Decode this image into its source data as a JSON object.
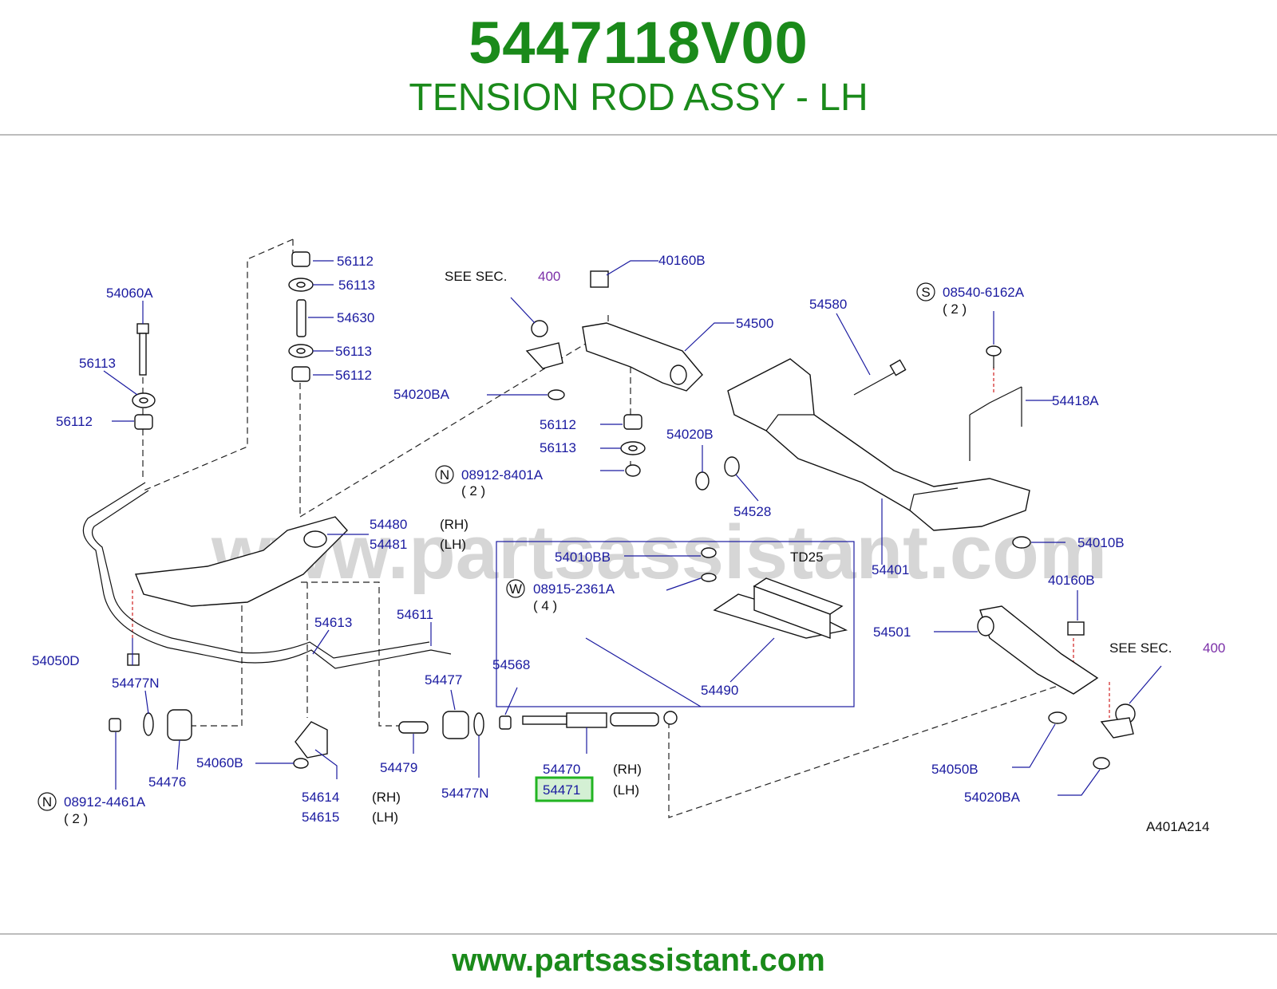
{
  "header": {
    "part_number": "5447118V00",
    "part_title": "TENSION ROD ASSY - LH"
  },
  "watermark": "www.partsassistant.com",
  "highlight_color": "#22b422",
  "labels": {
    "l56112a": "56112",
    "l56113a": "56113",
    "l54630": "54630",
    "l56113b": "56113",
    "l56112b": "56112",
    "l54060A": "54060A",
    "l56113c": "56113",
    "l56112c": "56112",
    "see1": "SEE   SEC.",
    "sec1": "400",
    "l40160Ba": "40160B",
    "l54500": "54500",
    "l54020BAa": "54020BA",
    "l56112d": "56112",
    "l56113d": "56113",
    "l08912_8401A": "08912-8401A",
    "q1": "( 2   )",
    "l54020B": "54020B",
    "l54528": "54528",
    "l54580": "54580",
    "l08540_6162A": "08540-6162A",
    "q2": "( 2   )",
    "l54418A": "54418A",
    "l54010B": "54010B",
    "l54401": "54401",
    "l54480": "54480",
    "rh1": "(RH)",
    "l54481": "54481",
    "lh1": "(LH)",
    "l54010BB": "54010BB",
    "td25": "TD25",
    "l08915_2361A": "08915-2361A",
    "q3": "( 4   )",
    "l54490": "54490",
    "l40160Bb": "40160B",
    "l54501": "54501",
    "see2": "SEE   SEC.",
    "sec2": "400",
    "l54613": "54613",
    "l54611": "54611",
    "l54050D": "54050D",
    "l54477N": "54477N",
    "l54476": "54476",
    "l54060B": "54060B",
    "l08912_4461A": "08912-4461A",
    "q4": "( 2   )",
    "l54614": "54614",
    "rh2": "(RH)",
    "l54615": "54615",
    "lh2": "(LH)",
    "l54477": "54477",
    "l54479": "54479",
    "l54477Nb": "54477N",
    "l54568": "54568",
    "l54470": "54470",
    "rh3": "(RH)",
    "l54471": "54471",
    "lh3": "(LH)",
    "l54050B": "54050B",
    "l54020BAb": "54020BA",
    "diagram_code": "A401A214",
    "mN1": "N",
    "mS": "S",
    "mW": "W",
    "mN2": "N"
  },
  "footer": {
    "url": "www.partsassistant.com"
  }
}
